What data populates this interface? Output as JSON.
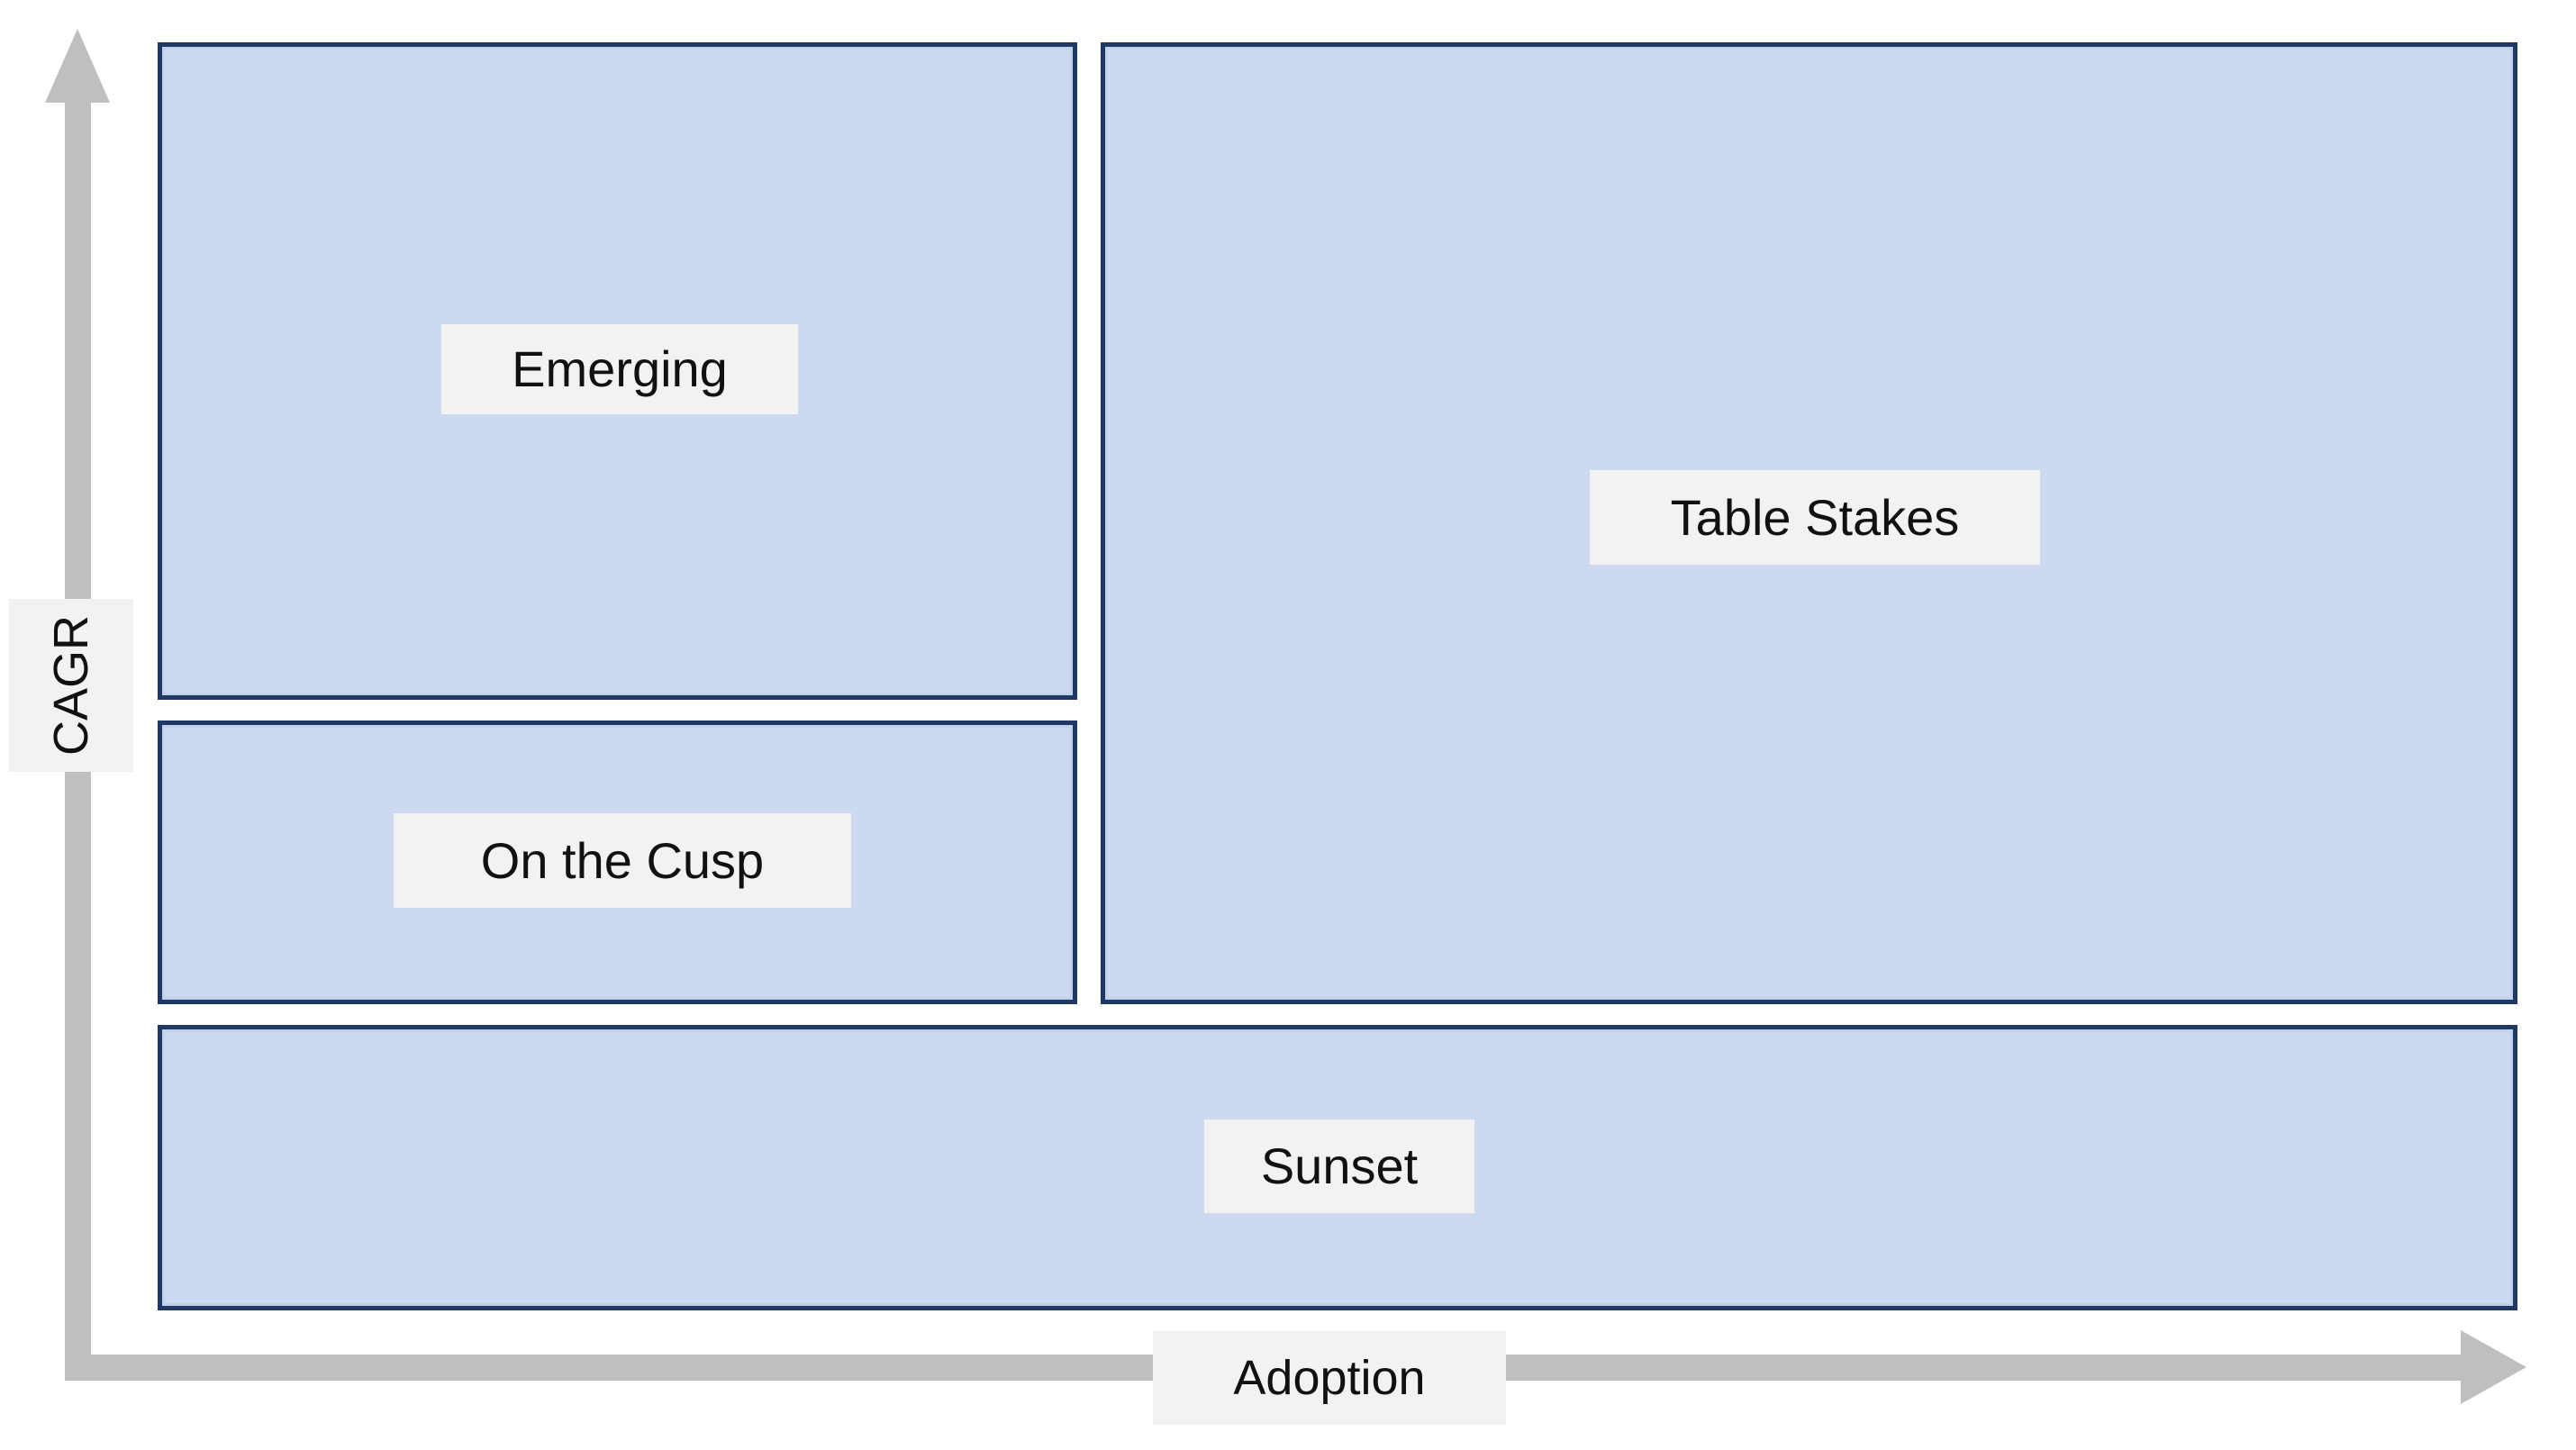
{
  "axes": {
    "y": {
      "label": "CAGR",
      "icon": "arrow-up-icon",
      "color": "#BFBFBF",
      "direction": "up"
    },
    "x": {
      "label": "Adoption",
      "icon": "arrow-right-icon",
      "color": "#BFBFBF",
      "direction": "right"
    }
  },
  "style": {
    "box_fill": "#CDD9EF",
    "box_border": "#1F3864",
    "label_background": "#F2F2F2",
    "text_color": "#111111",
    "canvas_background": "#FFFFFF"
  },
  "chart_data": {
    "type": "table",
    "title": "",
    "xlabel": "Adoption",
    "ylabel": "CAGR",
    "grid": false,
    "legend": "none",
    "categories": [
      "Emerging",
      "Table Stakes",
      "On the Cusp",
      "Sunset"
    ],
    "quadrants": [
      {
        "label": "Emerging",
        "adoption": "low",
        "cagr": "high",
        "position": "top-left"
      },
      {
        "label": "Table Stakes",
        "adoption": "high",
        "cagr": "high-to-mid",
        "position": "right-tall"
      },
      {
        "label": "On the Cusp",
        "adoption": "low",
        "cagr": "mid",
        "position": "middle-left"
      },
      {
        "label": "Sunset",
        "adoption": "all",
        "cagr": "low",
        "position": "bottom-full-width"
      }
    ]
  },
  "quadrants": {
    "emerging": {
      "label": "Emerging"
    },
    "table_stakes": {
      "label": "Table Stakes"
    },
    "on_the_cusp": {
      "label": "On the Cusp"
    },
    "sunset": {
      "label": "Sunset"
    }
  }
}
